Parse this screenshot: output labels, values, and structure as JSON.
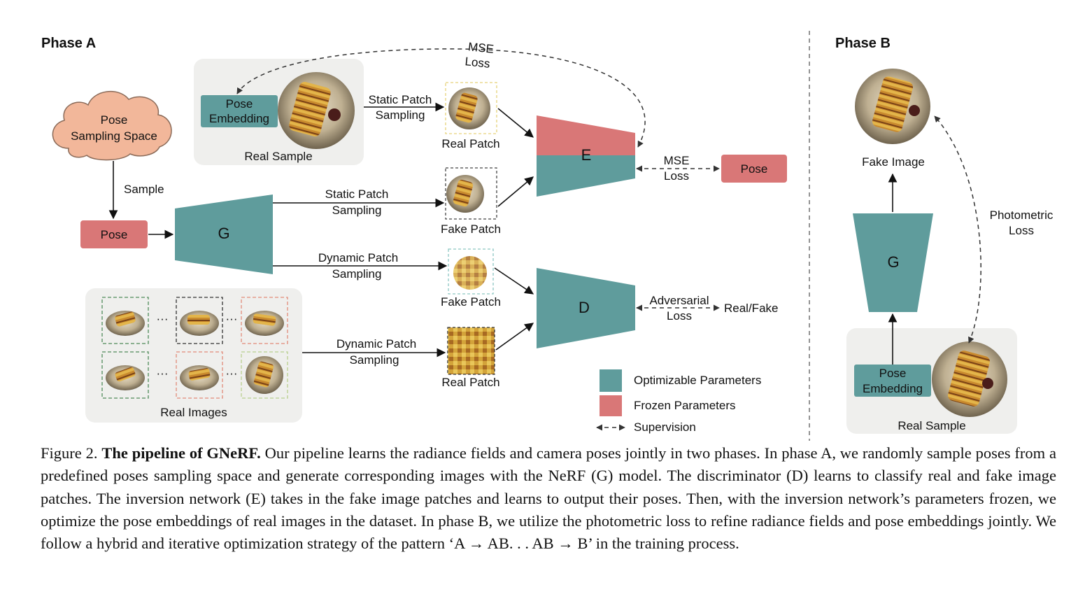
{
  "phase_a": {
    "title": "Phase A"
  },
  "phase_b": {
    "title": "Phase B"
  },
  "colors": {
    "optimizable": "#5f9c9c",
    "frozen": "#d97777",
    "cloud": "#f2b79a",
    "panel": "#efefed"
  },
  "labels": {
    "pose_sampling_space": [
      "Pose",
      "Sampling Space"
    ],
    "sample": "Sample",
    "pose": "Pose",
    "pose_embedding": [
      "Pose",
      "Embedding"
    ],
    "real_sample": "Real Sample",
    "real_images": "Real Images",
    "static_patch_sampling": [
      "Static Patch",
      "Sampling"
    ],
    "dynamic_patch_sampling": [
      "Dynamic Patch",
      "Sampling"
    ],
    "real_patch": "Real Patch",
    "fake_patch": "Fake Patch",
    "g": "G",
    "e": "E",
    "d": "D",
    "mse_loss": [
      "MSE",
      "Loss"
    ],
    "adversarial_loss": [
      "Adversarial",
      "Loss"
    ],
    "real_fake": "Real/Fake",
    "fake_image": "Fake Image",
    "photometric_loss": [
      "Photometric",
      "Loss"
    ],
    "ellipsis": "···"
  },
  "legend": {
    "optimizable": "Optimizable Parameters",
    "frozen": "Frozen Parameters",
    "supervision": "Supervision"
  },
  "caption": {
    "prefix": "Figure 2.",
    "bold": "The pipeline of GNeRF.",
    "body": "Our pipeline learns the radiance fields and camera poses jointly in two phases. In phase A, we randomly sample poses from a predefined poses sampling space and generate corresponding images with the NeRF (G) model. The discriminator (D) learns to classify real and fake image patches. The inversion network (E) takes in the fake image patches and learns to output their poses. Then, with the inversion network’s parameters frozen, we optimize the pose embeddings of real images in the dataset. In phase B, we utilize the photometric loss to refine radiance fields and pose embeddings jointly. We follow a hybrid and iterative optimization strategy of the pattern ‘A → AB. . . AB → B’ in the training process."
  }
}
